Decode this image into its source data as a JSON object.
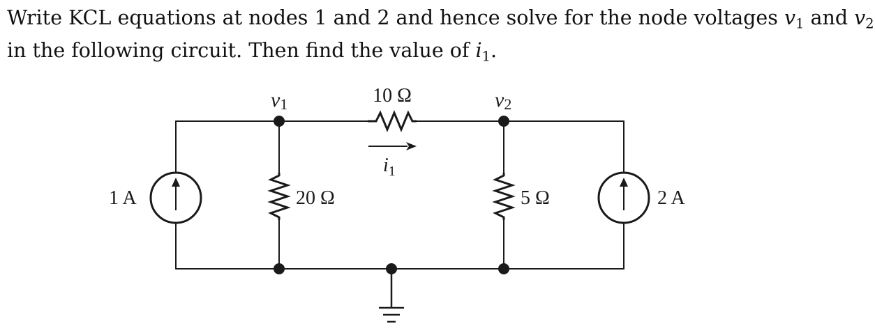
{
  "question": {
    "line1_prefix": "Write KCL equations at nodes 1 and 2 and hence solve for the node voltages ",
    "line1_var1": "v",
    "line1_var1_sub": "1",
    "line1_mid": " and ",
    "line1_var2": "v",
    "line1_var2_sub": "2",
    "line2_prefix": "in the following circuit. Then find the value of ",
    "line2_var": "i",
    "line2_var_sub": "1",
    "line2_suffix": "."
  },
  "circuit": {
    "node1_label": "v",
    "node1_sub": "1",
    "node2_label": "v",
    "node2_sub": "2",
    "r_series_label": "10 Ω",
    "r_left_label": "20 Ω",
    "r_right_label": "5 Ω",
    "current_label": "i",
    "current_sub": "1",
    "source_left_label": "1 A",
    "source_right_label": "2 A"
  }
}
